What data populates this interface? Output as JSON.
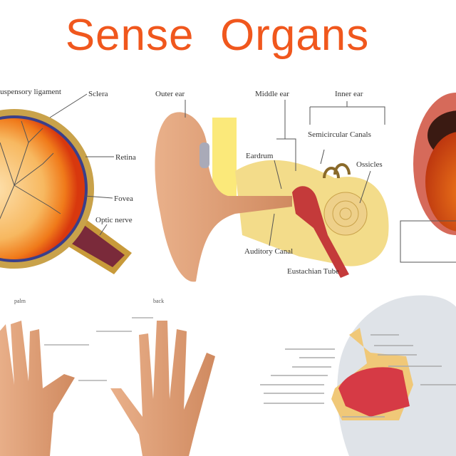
{
  "title": "Sense  Organs",
  "eye": {
    "labels": [
      "Suspensory ligament",
      "Sclera",
      "Retina",
      "Fovea",
      "Optic nerve"
    ]
  },
  "ear": {
    "labels": [
      "Outer ear",
      "Middle ear",
      "Inner ear",
      "Semicircular Canals",
      "Eardrum",
      "Ossicles",
      "Auditory Canal",
      "Eustachian Tube"
    ]
  },
  "hands": {
    "palm_label": "palm",
    "back_label": "back"
  },
  "colors": {
    "title": "#f0571d",
    "eye_orange": "#f07a1a",
    "skin": "#e6a57c",
    "ear_yellow": "#f3dc8a",
    "nose_red": "#d63a45"
  }
}
